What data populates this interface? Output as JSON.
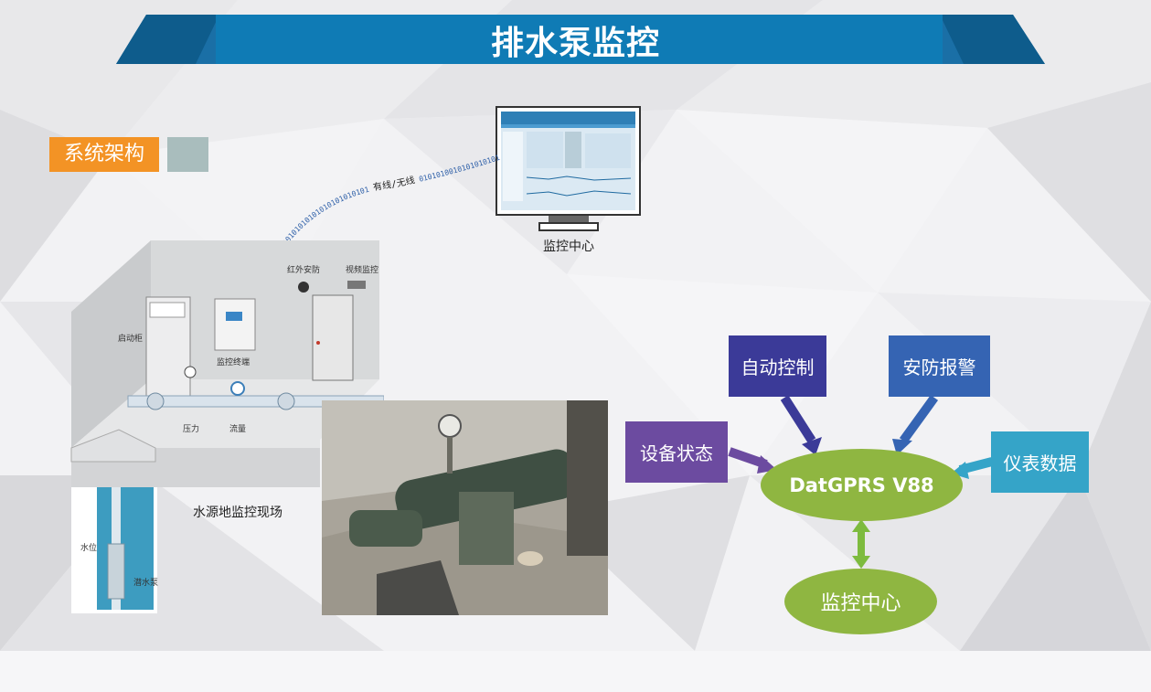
{
  "title": "排水泵监控",
  "section_tag": "系统架构",
  "screen_caption": "监控中心",
  "link_text": "有线/无线",
  "binary_left": "010101010101010101010101010101",
  "binary_right": "010101001010101010101010101010",
  "site_labels": {
    "infrared": "红外安防",
    "video": "视频监控",
    "starter": "启动柜",
    "terminal": "监控终端",
    "pressure": "压力",
    "flow": "流量",
    "water_level": "水位",
    "pump": "潜水泵",
    "site_caption": "水源地监控现场"
  },
  "diagram": {
    "center": "DatGPRS V88",
    "bottom": "监控中心",
    "nodes": {
      "auto_control": {
        "label": "自动控制",
        "color": "#3b3a98"
      },
      "security_alarm": {
        "label": "安防报警",
        "color": "#3564b3"
      },
      "device_status": {
        "label": "设备状态",
        "color": "#6c4ba0"
      },
      "meter_data": {
        "label": "仪表数据",
        "color": "#35a4c8"
      }
    },
    "center_color": "#8fb641"
  }
}
